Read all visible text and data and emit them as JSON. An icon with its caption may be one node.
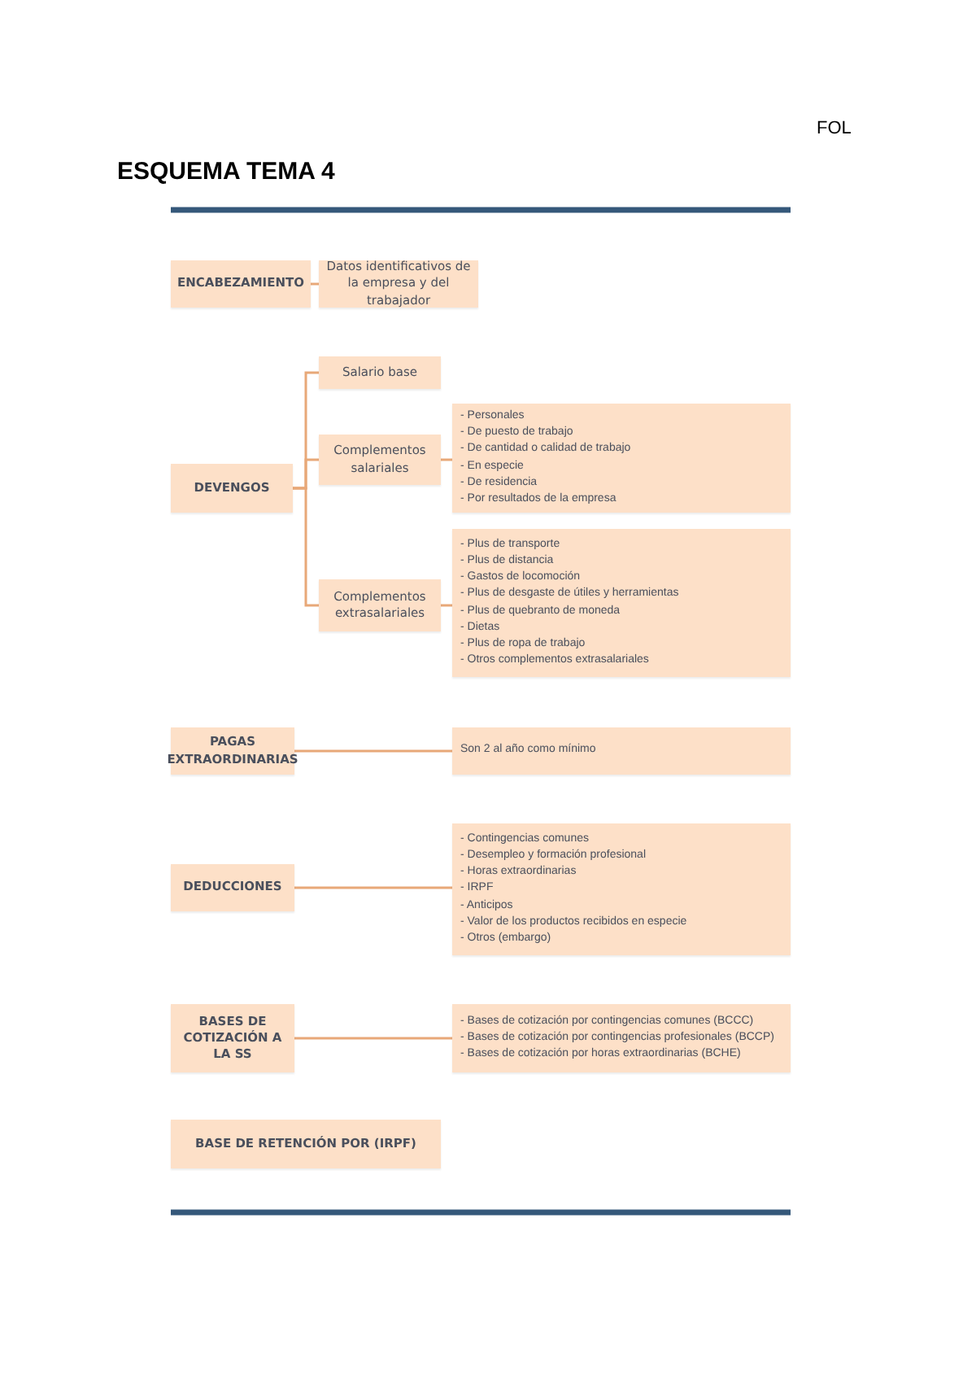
{
  "diagram": {
    "title": "ESQUEMA TEMA 4",
    "nodes": [
      {
        "text": [
          "ENCABEZAMIENTO"
        ]
      },
      {
        "text": [
          "Datos identificativos de la empresa y del trabajador"
        ]
      },
      {
        "text": [
          "DEVENGOS"
        ]
      },
      {
        "text": [
          "Salario base"
        ]
      },
      {
        "text": [
          "Complementos salariales"
        ]
      },
      {
        "text": [
          "- Personales",
          "- De puesto de trabajo",
          "- De cantidad o calidad de trabajo",
          "- En especie",
          "- De residencia",
          "- Por resultados de la empresa"
        ]
      },
      {
        "text": [
          "Complementos extrasalariales"
        ]
      },
      {
        "text": [
          "- Plus de transporte",
          "- Plus de distancia",
          "- Gastos de locomoción",
          "- Plus de desgaste de útiles y herramientas",
          "- Plus de quebranto de moneda",
          "- Dietas",
          "- Plus de ropa de trabajo",
          "- Otros complementos extrasalariales"
        ]
      },
      {
        "text": [
          "PAGAS EXTRAORDINARIAS"
        ]
      },
      {
        "text": [
          "Son 2 al año como mínimo"
        ]
      },
      {
        "text": [
          "DEDUCCIONES"
        ]
      },
      {
        "text": [
          "- Contingencias comunes",
          "- Desempleo y formación profesional",
          "- Horas extraordinarias",
          "- IRPF",
          "- Anticipos",
          "- Valor de los productos recibidos en especie",
          "- Otros (embargo)"
        ]
      },
      {
        "text": [
          "BASES DE COTIZACIÓN A LA SS"
        ]
      },
      {
        "text": [
          "- Bases de cotización por contingencias comunes (BCCC)",
          "- Bases de cotización por contingencias profesionales (BCCP)",
          "- Bases de cotización por horas extraordinarias (BCHE)"
        ]
      },
      {
        "text": [
          "BASE DE RETENCIÓN POR (IRPF)"
        ]
      }
    ],
    "edges": [
      {
        "from": 0,
        "to": 1,
        "arrow": "none"
      },
      {
        "from": 2,
        "to": 3,
        "arrow": "none"
      },
      {
        "from": 2,
        "to": 4,
        "arrow": "none"
      },
      {
        "from": 2,
        "to": 6,
        "arrow": "none"
      },
      {
        "from": 4,
        "to": 5,
        "arrow": "none"
      },
      {
        "from": 6,
        "to": 7,
        "arrow": "none"
      },
      {
        "from": 8,
        "to": 9,
        "arrow": "none"
      },
      {
        "from": 10,
        "to": 11,
        "arrow": "none"
      },
      {
        "from": 12,
        "to": 13,
        "arrow": "none"
      }
    ],
    "labels": [
      "FOL"
    ]
  }
}
